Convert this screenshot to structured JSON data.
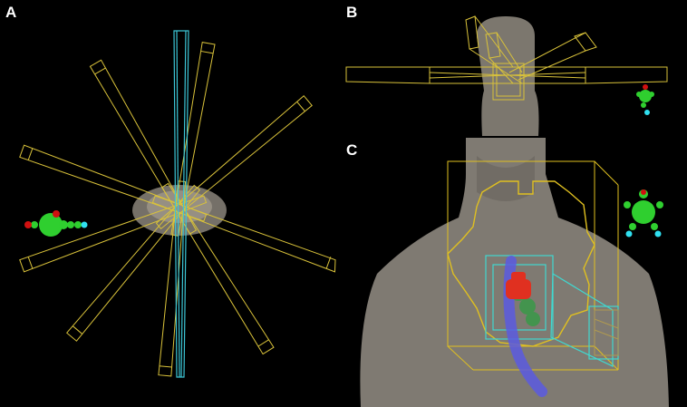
{
  "panels": {
    "a": {
      "label": "A"
    },
    "b": {
      "label": "B"
    },
    "c": {
      "label": "C"
    }
  },
  "colors": {
    "background": "#000000",
    "beam_outline": "#d9c23a",
    "central_beam": "#3cc6d6",
    "body_surface": "#8a847a",
    "target_contour": "#e0c020",
    "cyan_contour": "#40d8d0",
    "heart_structure": "#e03020",
    "vessel_structure": "#5a5ae0",
    "orientation_sphere": "#2fcf2f",
    "orientation_nose": "#d01010",
    "orientation_feet": "#30e0f0"
  },
  "icons": [
    "orientation-figure-icon"
  ]
}
